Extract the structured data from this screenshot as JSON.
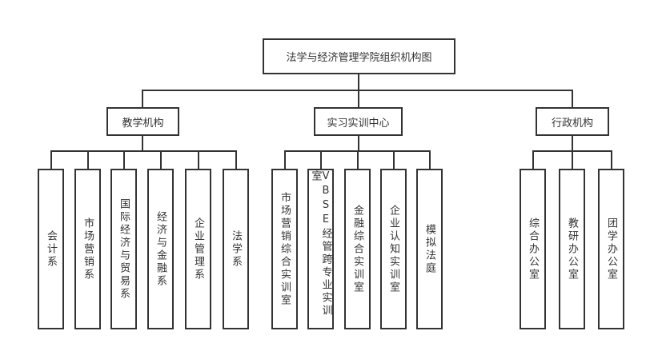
{
  "root": "法学与经济管理学院组织机构图",
  "branches": [
    {
      "label": "教学机构",
      "children": [
        "会计系",
        "市场营销系",
        "国际经济与贸易系",
        "经济与金融系",
        "企业管理系",
        "法学系"
      ]
    },
    {
      "label": "实习实训中心",
      "children": [
        "市场营销综合实训室",
        "VBSE经管跨专业实训室",
        "金融综合实训室",
        "企业认知实训室",
        "模拟法庭"
      ]
    },
    {
      "label": "行政机构",
      "children": [
        "综合办公室",
        "教研办公室",
        "团学办公室"
      ]
    }
  ]
}
